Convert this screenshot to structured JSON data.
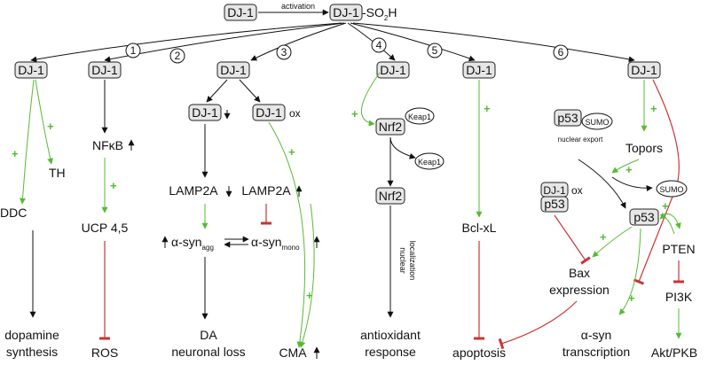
{
  "top": {
    "source": "DJ-1",
    "activation": "activation",
    "target": "DJ-1",
    "target_suffix": "-SO",
    "sub2": "2",
    "suffix_h": "H"
  },
  "pathways": [
    "1",
    "2",
    "3",
    "4",
    "5",
    "6"
  ],
  "plus": "+",
  "p1": {
    "node": "DJ-1",
    "ddc": "DDC",
    "th": "TH",
    "out": "dopamine synthesis",
    "out_l1": "dopamine",
    "out_l2": "synthesis"
  },
  "p2": {
    "node": "DJ-1",
    "nfkb": "NFκB",
    "ucp": "UCP 4,5",
    "ros": "ROS"
  },
  "p3": {
    "node": "DJ-1",
    "low": "DJ-1",
    "ox_node": "DJ-1",
    "ox": "ox",
    "lamp_down": "LAMP2A",
    "lamp_up": "LAMP2A",
    "asyn_agg": "α-syn",
    "agg": "agg",
    "asyn_mono": "α-syn",
    "mono": "mono",
    "out_l1": "DA",
    "out_l2": "neuronal loss",
    "cma": "CMA"
  },
  "p4": {
    "node": "DJ-1",
    "nrf2": "Nrf2",
    "keap1_a": "Keap1",
    "keap1_b": "Keap1",
    "nrf2_b": "Nrf2",
    "loc_l1": "nuclear",
    "loc_l2": "localization",
    "out_l1": "antioxidant",
    "out_l2": "response"
  },
  "p5": {
    "node": "DJ-1",
    "bcl": "Bcl-xL",
    "out": "apoptosis"
  },
  "p6": {
    "node": "DJ-1",
    "p53": "p53",
    "sumo": "SUMO",
    "export": "nuclear export",
    "topors": "Topors",
    "sumo_b": "SUMO",
    "dj1": "DJ-1",
    "ox": "ox",
    "p53_b": "p53",
    "p53_c": "p53",
    "pten": "PTEN",
    "bax_l1": "Bax",
    "bax_l2": "expression",
    "pi3k": "PI3K",
    "akt": "Akt/PKB",
    "asyn_l1": "α-syn",
    "asyn_l2": "transcription"
  },
  "colors": {
    "activate": "#55bb33",
    "inhibit": "#cc3333",
    "black": "#111111",
    "box_fill": "#e6e6e6"
  }
}
